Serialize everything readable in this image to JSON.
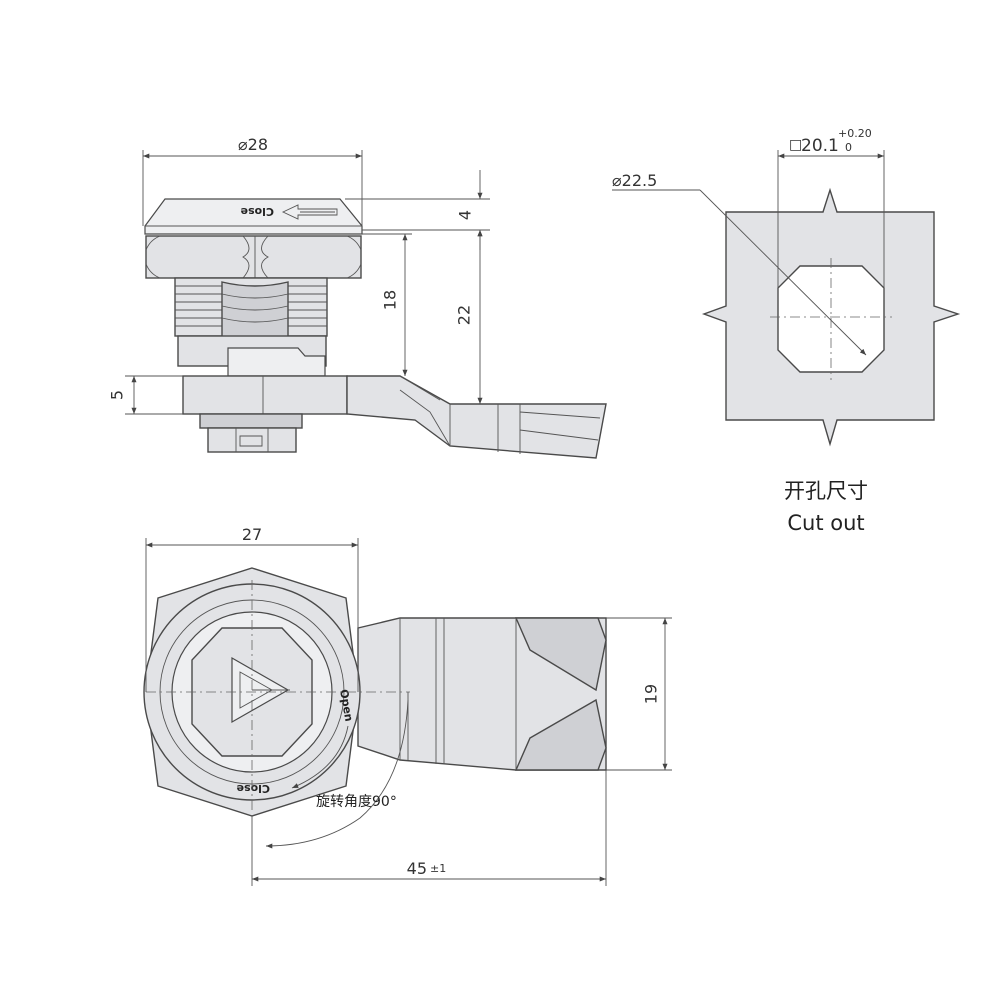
{
  "views": {
    "side": {
      "diameter_label": "⌀28",
      "cap_height": "4",
      "mid_height": "18",
      "total_height": "22",
      "cam_thickness": "5",
      "cap_text": "Close"
    },
    "cutout": {
      "square_prefix": "□",
      "square_value": "20.1",
      "tol_upper": "+0.20",
      "tol_lower": "0",
      "diameter_label": "⌀22.5",
      "title_cn": "开孔尺寸",
      "title_en": "Cut out"
    },
    "front": {
      "width_label": "27",
      "cam_height": "19",
      "length_value": "45",
      "length_tol": "±1",
      "open_text": "Open",
      "close_text": "Close",
      "rotation_note": "旋转角度90°"
    }
  },
  "colors": {
    "outline": "#4a4a4a",
    "fill": "#e2e3e6",
    "dimension": "#555555"
  }
}
